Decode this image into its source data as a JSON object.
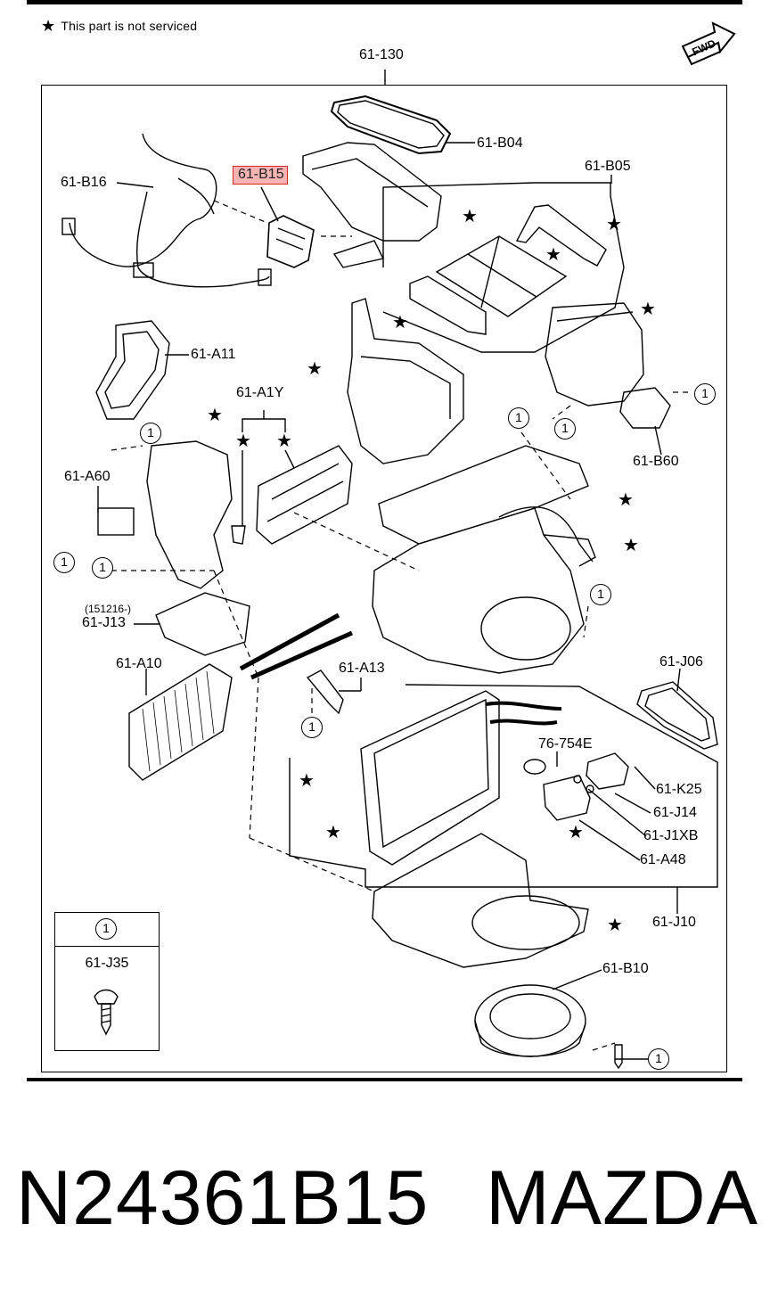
{
  "note": {
    "star": "★",
    "text": "This part is not serviced"
  },
  "fwd_label": "FWD",
  "highlight_label": "61-B15",
  "labels": {
    "l_61_130": "61-130",
    "l_61_B04": "61-B04",
    "l_61_B16": "61-B16",
    "l_61_B05": "61-B05",
    "l_61_A11": "61-A11",
    "l_61_A1Y": "61-A1Y",
    "l_61_A60": "61-A60",
    "l_61_B60": "61-B60",
    "l_151216": "(151216-)",
    "l_61_J13": "61-J13",
    "l_61_A10": "61-A10",
    "l_61_A13": "61-A13",
    "l_61_J06": "61-J06",
    "l_76_754E": "76-754E",
    "l_61_K25": "61-K25",
    "l_61_J14": "61-J14",
    "l_61_J1XB": "61-J1XB",
    "l_61_A48": "61-A48",
    "l_61_J10": "61-J10",
    "l_61_B10": "61-B10"
  },
  "callout_number": "1",
  "star_symbol": "★",
  "legend_box": {
    "callout": "1",
    "part": "61-J35"
  },
  "footer": {
    "part_number": "N24361B15",
    "brand": "MAZDA"
  }
}
